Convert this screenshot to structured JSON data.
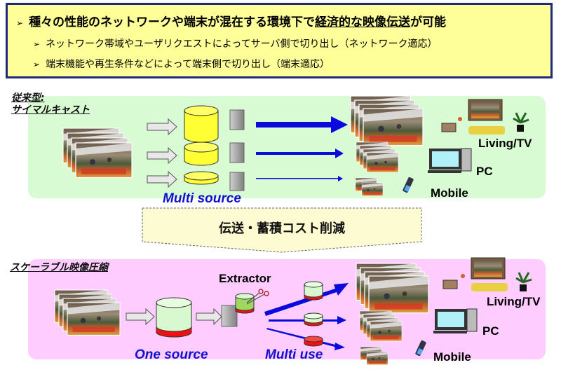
{
  "header_box": {
    "main_prefix": "種々の性能のネットワークや端末が混在する環境下で",
    "main_emphasis": "経済的な映像伝送",
    "main_suffix": "が可能",
    "sub_items": [
      "ネットワーク帯域やユーザリクエストによってサーバ側で切り出し（ネットワーク適応）",
      "端末機能や再生条件などによって端末側で切り出し（端末適応）"
    ],
    "bullet": "➢"
  },
  "conventional": {
    "title_line1": "従来型:",
    "title_line2": "サイマルキャスト",
    "source_label": "Multi source",
    "devices": [
      "Living/TV",
      "PC",
      "Mobile"
    ]
  },
  "benefit": {
    "label": "伝送・蓄積コスト削減"
  },
  "scalable": {
    "title": "スケーラブル映像圧縮",
    "extractor_label": "Extractor",
    "source_label": "One source",
    "use_label": "Multi use",
    "devices": [
      "Living/TV",
      "PC",
      "Mobile"
    ]
  },
  "colors": {
    "top_box_bg": "#ffff99",
    "top_box_border": "#1f2a7a",
    "panel_conventional": "#d9fbd3",
    "panel_scalable": "#ffccff",
    "arrow_blue": "#0a0adf",
    "cylinder_yellow": "#ffff33",
    "cylinder_red": "#ee1111",
    "cylinder_green": "#d8f8d0"
  }
}
